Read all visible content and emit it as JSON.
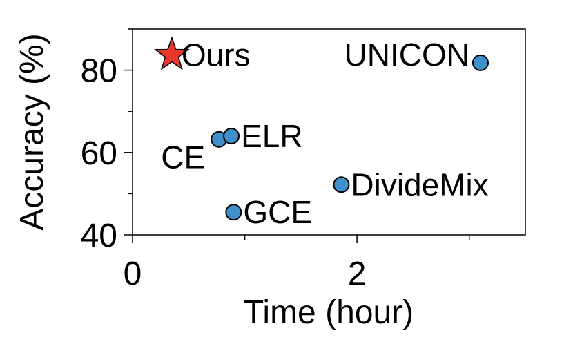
{
  "chart_data": {
    "type": "scatter",
    "title": "",
    "xlabel": "Time (hour)",
    "ylabel": "Accuracy (%)",
    "xlim": [
      0,
      3.5
    ],
    "ylim": [
      40,
      90
    ],
    "x_ticks": [
      "0",
      "2"
    ],
    "y_ticks": [
      "40",
      "60",
      "80"
    ],
    "grid": false,
    "points": [
      {
        "label": "CE",
        "x": 0.77,
        "y": 63.2,
        "marker": "circle",
        "color": "#3f8fcb",
        "label_pos": "below-left"
      },
      {
        "label": "ELR",
        "x": 0.88,
        "y": 64.0,
        "marker": "circle",
        "color": "#3f8fcb",
        "label_pos": "right"
      },
      {
        "label": "GCE",
        "x": 0.9,
        "y": 45.5,
        "marker": "circle",
        "color": "#3f8fcb",
        "label_pos": "right"
      },
      {
        "label": "DivideMix",
        "x": 1.86,
        "y": 52.2,
        "marker": "circle",
        "color": "#3f8fcb",
        "label_pos": "right"
      },
      {
        "label": "UNICON",
        "x": 3.1,
        "y": 81.8,
        "marker": "circle",
        "color": "#3f8fcb",
        "label_pos": "left"
      },
      {
        "label": "Ours",
        "x": 0.35,
        "y": 83.7,
        "marker": "star",
        "color": "#e8382c",
        "label_pos": "right"
      }
    ]
  }
}
